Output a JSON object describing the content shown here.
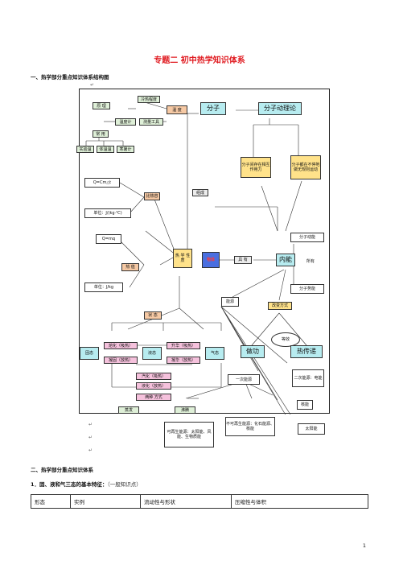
{
  "doc": {
    "title": "专题二 初中热学知识体系",
    "section1": "一、热学部分重点知识体系结构图",
    "section2": "二、热学部分重点知识体系",
    "sub1": "1．固、液和气三态的基本特征：",
    "sub1_note": "（一般知识点）",
    "page_number": "1",
    "para_mark": "↵"
  },
  "diagram": {
    "yuanli": "原 理",
    "wenduji": "温度计",
    "ceweigongju": "测量工具",
    "lengreduo": "冷热程度",
    "wendu": "温 度",
    "changyong": "常 用",
    "shiyan": "实验温",
    "tiwen": "体温温",
    "hanshu": "寒暑计",
    "fenzi": "分子",
    "fenzidonglilun": "分子动理论",
    "fenzi_zuoyong": "分子间存在相互作用力",
    "fenzi_yundong": "分子都在不停地做无规则运动",
    "formula1": "Q=Cm△t",
    "birerong": "比热容",
    "danwei1": "单位：J/(kg·℃)",
    "zucheng": "组成",
    "formula2": "Q=mq",
    "rezhi": "热 值",
    "danwei2": "单位：J/kg",
    "rexue": "热 学 性 质",
    "wuti": "物体",
    "juyou": "具 有",
    "neineng": "内能",
    "suoyou": "所有",
    "fenzidongneng": "分子动能",
    "fenzishineng": "分子势能",
    "nengyuan": "能源",
    "gaibianfangshi": "改变方式",
    "dengxiao": "等效",
    "zuogong": "做功",
    "rechuandi": "热传递",
    "zhuangtai": "状 态",
    "guti": "固态",
    "yeti": "液态",
    "qiti": "气态",
    "ronghua": "熔化（吸热）",
    "ningg": "凝固（放热）",
    "shenghua": "升华（吸热）",
    "ninghua": "凝华（放热）",
    "qihua": "汽化（吸热）",
    "yehua": "液化（放热）",
    "liangzhong": "两种 方式",
    "zhengfa": "蒸发",
    "feiteng": "沸腾",
    "yici": "一次能源",
    "erci": "二次能源：电能",
    "heneng": "核能",
    "taiyangneng": "太阳能",
    "kezaisheng": "可再生能源：太阳能、风能、生物质能",
    "bukezaisheng": "不可再生能源：化石能源、核能"
  },
  "table": {
    "headers": [
      "形态",
      "实例",
      "流动性与形状",
      "压缩性与体积"
    ]
  },
  "colors": {
    "title_red": "#e0191f",
    "object_fill": "#4a6fe0",
    "cyan": "#b7ecf0",
    "yellow": "#ffe28a",
    "orange": "#f6c9a4"
  }
}
